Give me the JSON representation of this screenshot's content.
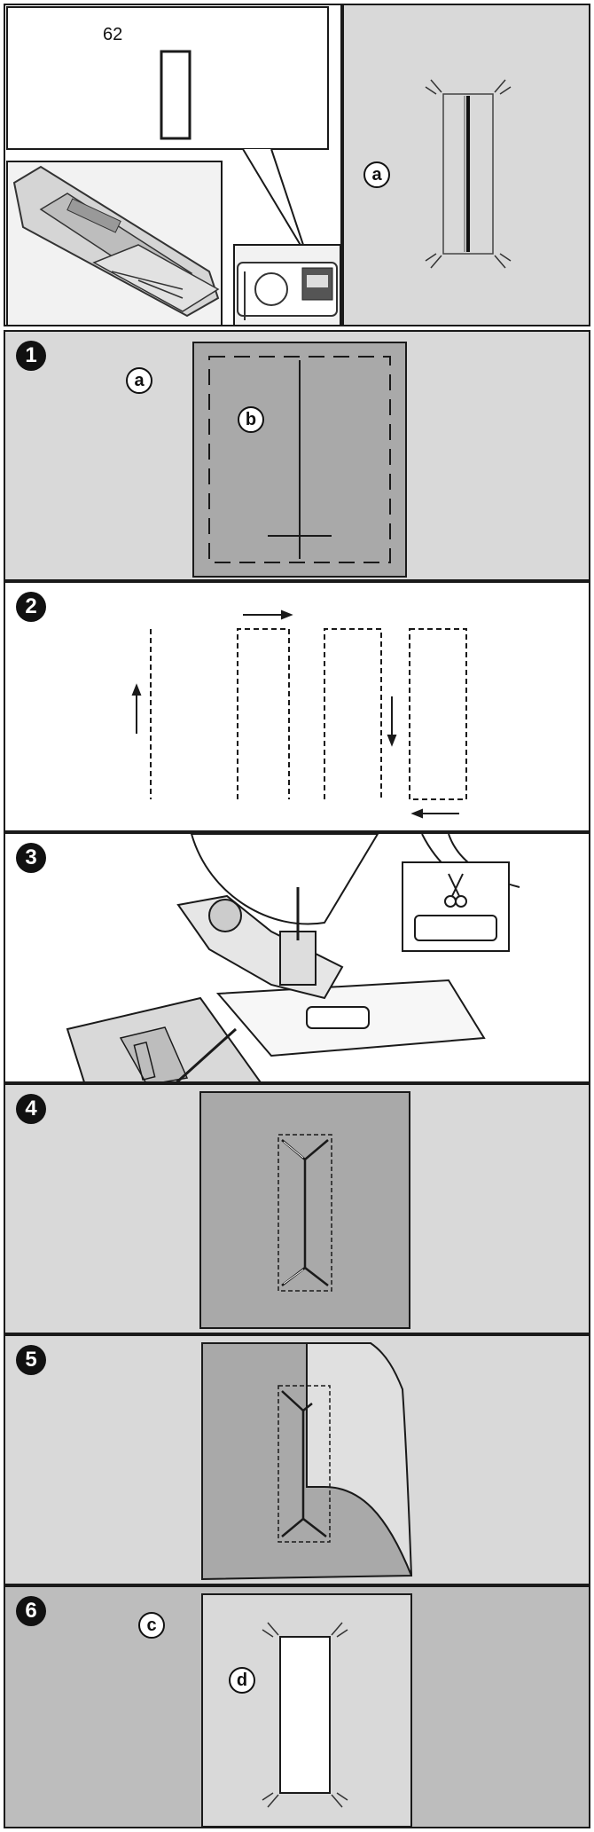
{
  "page_number": "62",
  "callouts": {
    "a": "a",
    "b": "b",
    "c": "c",
    "d": "d"
  },
  "steps": [
    "1",
    "2",
    "3",
    "4",
    "5",
    "6"
  ],
  "icons": {
    "scissors": "scissors-icon"
  },
  "colors": {
    "panel_gray": "#d9d9d9",
    "dark_gray": "#bdbdbd",
    "fabric_gray": "#a9a9a9",
    "line": "#1a1a1a"
  }
}
